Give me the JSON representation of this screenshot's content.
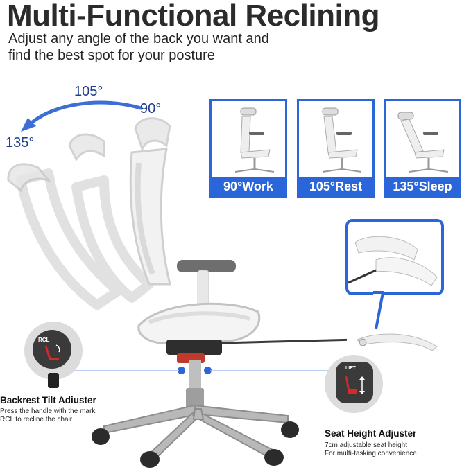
{
  "header": {
    "title": "Multi-Functional Reclining",
    "subtitle_line1": "Adjust any angle of the back you want and",
    "subtitle_line2": "find the best spot for your posture"
  },
  "angles": {
    "a105": "105°",
    "a90": "90°",
    "a135": "135°"
  },
  "modes": [
    {
      "label": "90°Work"
    },
    {
      "label": "105°Rest"
    },
    {
      "label": "135°Sleep"
    }
  ],
  "backrest": {
    "knob_text": "RCL",
    "title": "Backrest Tilt Adiuster",
    "line1": "Press the handle with the mark",
    "line2": "RCL to recline the chair"
  },
  "seat": {
    "knob_text": "LIFT",
    "title": "Seat Height Adjuster",
    "line1": "7cm adjustable seat height",
    "line2": "For multi-tasking convenience"
  },
  "colors": {
    "accent": "#2a66d9",
    "dark_blue": "#1f3d8a",
    "lever_red": "#d22b2b"
  }
}
